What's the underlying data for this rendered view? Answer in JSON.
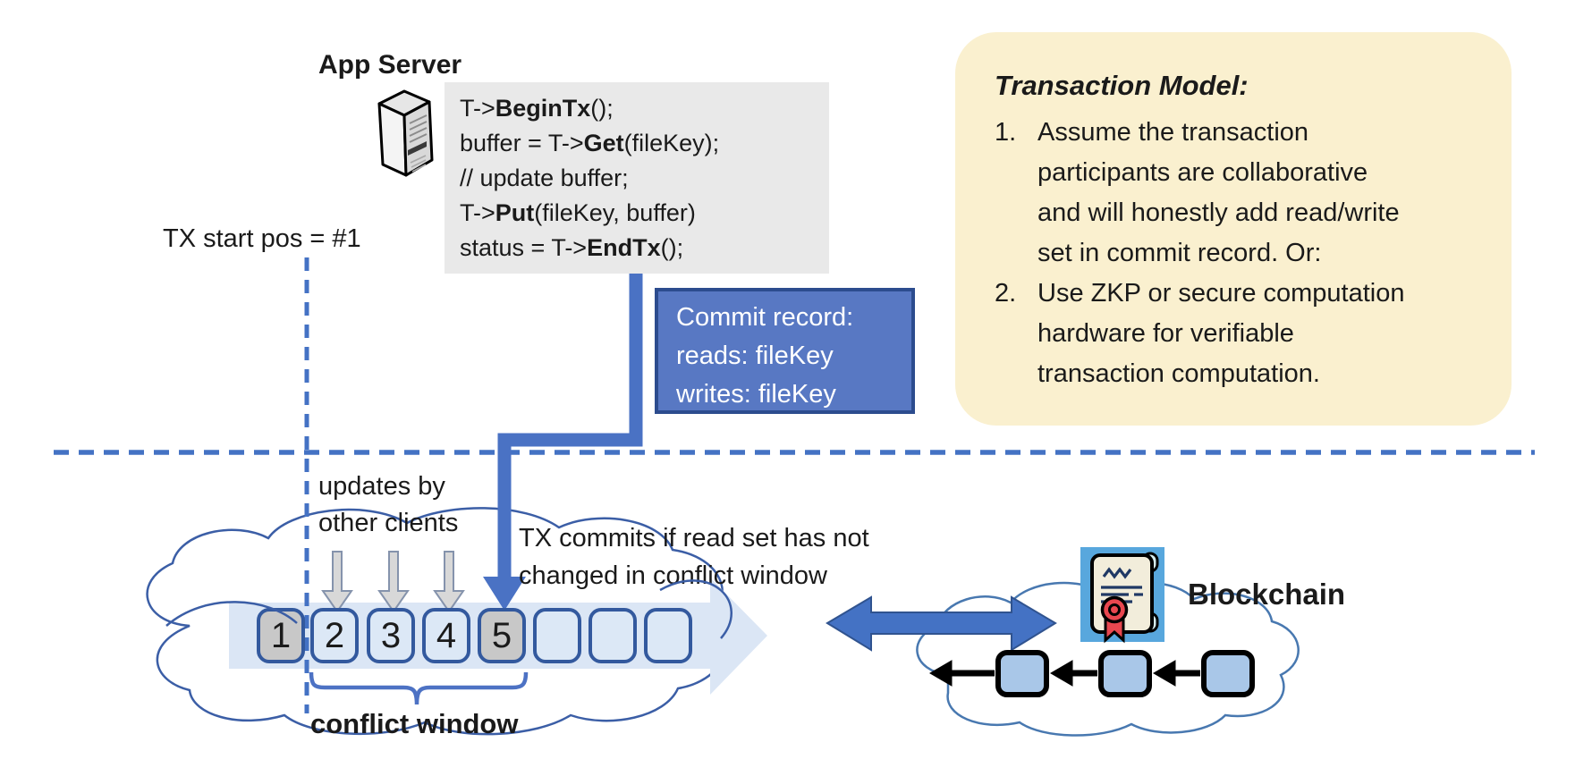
{
  "title": {
    "app_server": "App Server",
    "blockchain": "Blockchain"
  },
  "code_block": {
    "lines": [
      [
        [
          "T->",
          0
        ],
        [
          "BeginTx",
          1
        ],
        [
          "();",
          0
        ]
      ],
      [
        [
          "buffer = T->",
          0
        ],
        [
          "Get",
          1
        ],
        [
          "(fileKey);",
          0
        ]
      ],
      [
        [
          "// update buffer;",
          0
        ]
      ],
      [
        [
          "T->",
          0
        ],
        [
          "Put",
          1
        ],
        [
          "(fileKey, buffer)",
          0
        ]
      ],
      [
        [
          "status = T->",
          0
        ],
        [
          "EndTx",
          1
        ],
        [
          "();",
          0
        ]
      ]
    ]
  },
  "labels": {
    "tx_start": "TX start pos = #1",
    "updates_line1": "updates by",
    "updates_line2": "other clients",
    "tx_commits_line1": "TX commits if read set has not",
    "tx_commits_line2": "changed in conflict window",
    "conflict_window": "conflict window"
  },
  "commit_record": {
    "lines": [
      "Commit record:",
      "reads: fileKey",
      "writes: fileKey"
    ]
  },
  "transaction_model": {
    "title": "Transaction Model:",
    "items": [
      {
        "num": "1.",
        "lines": [
          "Assume the transaction",
          "participants are collaborative",
          "and will honestly add read/write",
          "set in commit record.  Or:"
        ]
      },
      {
        "num": "2.",
        "lines": [
          "Use ZKP or secure computation",
          "hardware for verifiable",
          "transaction computation."
        ]
      }
    ]
  },
  "timeline": {
    "blocks": [
      {
        "label": "1",
        "highlight": true
      },
      {
        "label": "2",
        "highlight": false
      },
      {
        "label": "3",
        "highlight": false
      },
      {
        "label": "4",
        "highlight": false
      },
      {
        "label": "5",
        "highlight": true
      },
      {
        "label": "",
        "highlight": false
      },
      {
        "label": "",
        "highlight": false
      },
      {
        "label": "",
        "highlight": false
      }
    ]
  },
  "blockchain": {
    "block_count": 3
  },
  "icons": [
    "server-icon",
    "certificate-icon",
    "cloud-icon",
    "down-arrow-icon",
    "double-arrow-icon",
    "chain-arrow-icon"
  ],
  "colors": {
    "accent_blue": "#4472C4",
    "commit_fill": "#5878C3",
    "commit_border": "#2C4C8E",
    "note_bg": "#FAF0CF",
    "code_bg": "#E9E9E9",
    "block_border": "#33599E",
    "block_fill": "#DCE8F6",
    "block_gray": "#C8C8C8",
    "band_fill": "#DBE6F5",
    "cloud_stroke": "#3B5EA6",
    "chain_block_fill": "#A9C7E8",
    "cert_bg": "#58A7DD",
    "cert_red": "#E8474F",
    "gray_arrow_fill": "#D8D8D8"
  }
}
